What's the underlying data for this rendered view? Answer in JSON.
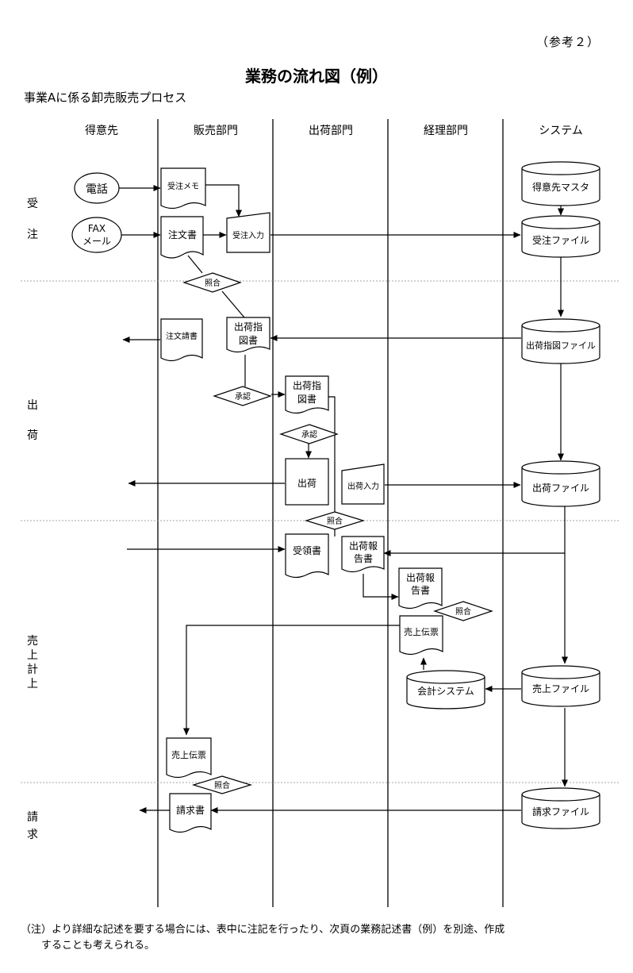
{
  "header": {
    "reference": "（参考２）",
    "title": "業務の流れ図（例）",
    "subtitle": "事業Aに係る卸売販売プロセス"
  },
  "lanes": [
    "得意先",
    "販売部門",
    "出荷部門",
    "経理部門",
    "システム"
  ],
  "phases": {
    "order": [
      "受",
      "注"
    ],
    "shipping": [
      "出",
      "荷"
    ],
    "sales": [
      "売",
      "上",
      "計",
      "上"
    ],
    "billing": [
      "請",
      "求"
    ]
  },
  "nodes": {
    "phone": "電話",
    "fax": [
      "FAX",
      "メール"
    ],
    "order_memo": "受注メモ",
    "order_form": "注文書",
    "order_input": "受注入力",
    "customer_master": "得意先マスタ",
    "order_file": "受注ファイル",
    "match1": "照合",
    "order_ack": "注文請書",
    "ship_instr_sales": [
      "出荷指",
      "図書"
    ],
    "ship_instr_file": "出荷指図ファイル",
    "approve1": "承認",
    "ship_instr_ship": [
      "出荷指",
      "図書"
    ],
    "approve2": "承認",
    "shipment": "出荷",
    "ship_input": "出荷入力",
    "ship_file": "出荷ファイル",
    "match2": "照合",
    "receipt": "受領書",
    "ship_report_ship": [
      "出荷報",
      "告書"
    ],
    "ship_report_acct": [
      "出荷報",
      "告書"
    ],
    "match3": "照合",
    "sales_slip_acct": "売上伝票",
    "accounting_system": "会計システム",
    "sales_file": "売上ファイル",
    "sales_slip_sales": "売上伝票",
    "match4": "照合",
    "invoice": "請求書",
    "billing_file": "請求ファイル"
  },
  "note": {
    "line1": "（注）より詳細な記述を要する場合には、表中に注記を行ったり、次頁の業務記述書（例）を別途、作成",
    "line2": "することも考えられる。"
  }
}
